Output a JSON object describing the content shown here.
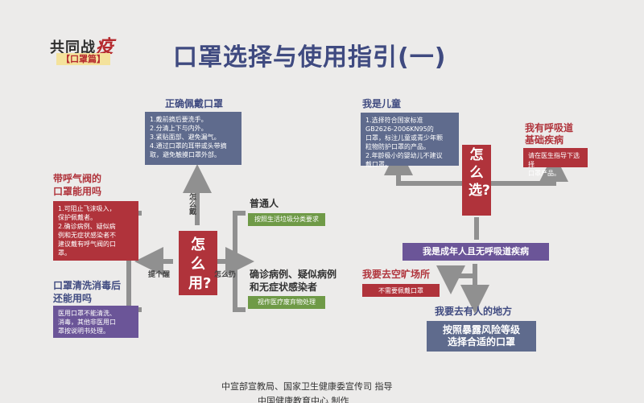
{
  "header": {
    "logo_main": "共同战",
    "logo_epidemic": "疫",
    "logo_sub": "【口罩篇】",
    "title": "口罩选择与使用指引(一)"
  },
  "left_flow": {
    "center": "怎么用?",
    "wear": {
      "label": "怎么戴",
      "heading": "正确佩戴口罩",
      "items": [
        "1.戴前摘后要洗手。",
        "2.分清上下与内外。",
        "3.紧贴面部、避免漏气。",
        "4.通过口罩的耳带或头带摘",
        "取，避免触摸口罩外部。"
      ]
    },
    "remind": {
      "label": "提个醒",
      "valve_heading_1": "带呼气阀的",
      "valve_heading_2": "口罩能用吗",
      "valve_items": [
        "1.可阻止飞沫吸入，",
        "保护佩戴者。",
        "2.确诊病例、疑似病",
        "例和无症状感染者不",
        "建议戴有呼气阀的口",
        "罩。"
      ],
      "wash_heading_1": "口罩清洗消毒后",
      "wash_heading_2": "还能用吗",
      "wash_items": [
        "医用口罩不能清洗、",
        "消毒，其他非医用口",
        "罩按说明书处理。"
      ]
    },
    "dispose": {
      "label": "怎么扔",
      "ordinary_heading": "普通人",
      "ordinary_text": "按照生活垃圾分类要求",
      "confirmed_heading_1": "确诊病例、疑似病例",
      "confirmed_heading_2": "和无症状感染者",
      "confirmed_text": "视作医疗废弃物处理"
    }
  },
  "right_flow": {
    "center": "怎么选?",
    "child": {
      "heading": "我是儿童",
      "items": [
        "1.选择符合国家标准",
        "GB2626-2006KN95的",
        "口罩，标注儿童或青少年颗",
        "粒物防护口罩的产品。",
        "2.年龄极小的婴幼儿不建议",
        "戴口罩。"
      ]
    },
    "respiratory": {
      "heading_1": "我有呼吸道",
      "heading_2": "基础疾病",
      "items": [
        "请在医生指导下选择",
        "口罩产品。"
      ]
    },
    "adult_banner": "我是成年人且无呼吸道疾病",
    "open_area": {
      "heading": "我要去空旷场所",
      "text": "不需要佩戴口罩"
    },
    "crowded": {
      "heading": "我要去有人的地方",
      "text_1": "按照暴露风险等级",
      "text_2": "选择合适的口罩"
    }
  },
  "footer": {
    "line1": "中宣部宣教局、国家卫生健康委宣传司    指导",
    "line2": "中国健康教育中心    制作"
  },
  "colors": {
    "slate": "#5f6b8d",
    "red": "#b0333b",
    "purple": "#6b5598",
    "green": "#6f9a47",
    "title": "#3f4a80"
  }
}
